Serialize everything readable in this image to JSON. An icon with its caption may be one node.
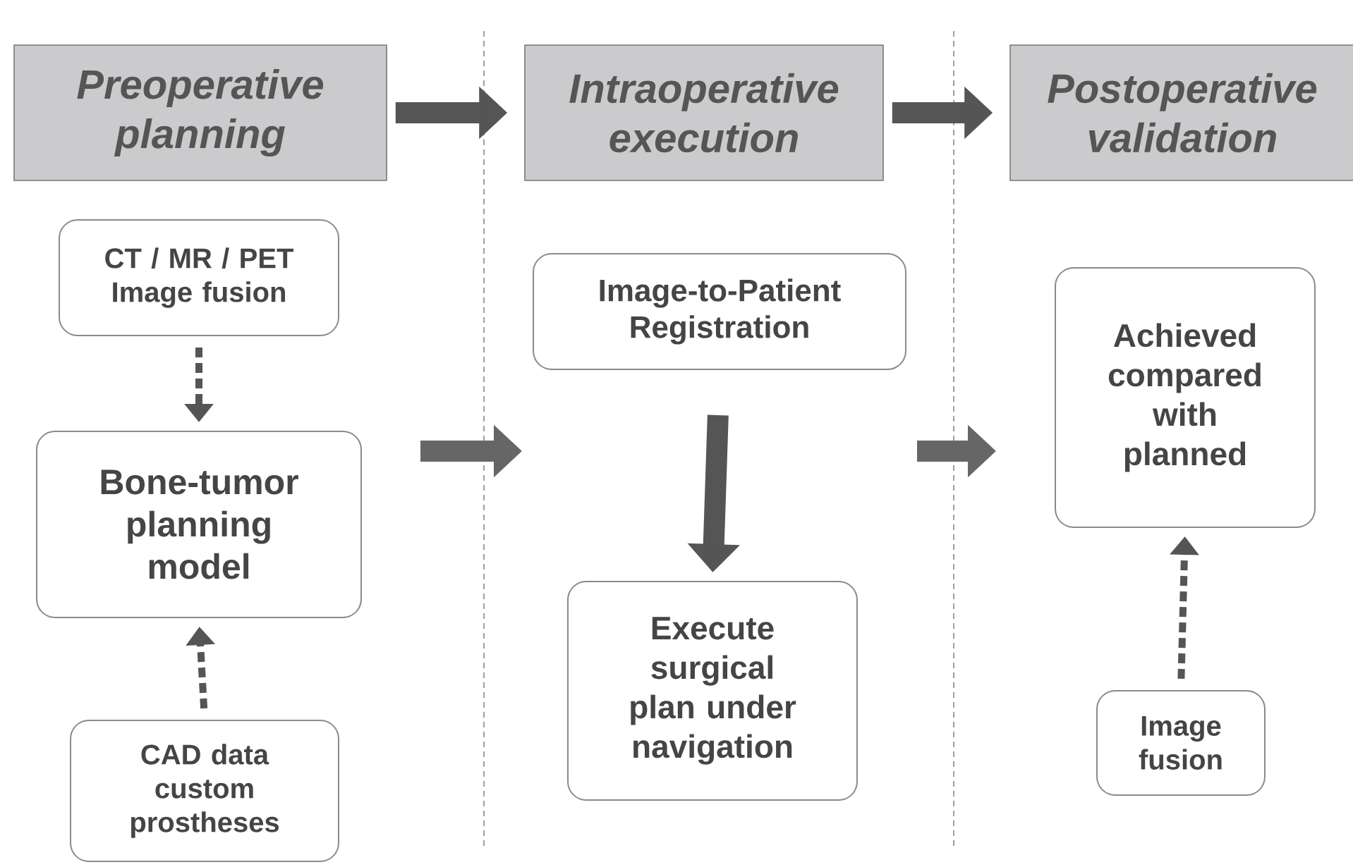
{
  "diagram": {
    "nodes": [
      {
        "text": [
          "Preoperative planning"
        ]
      },
      {
        "text": [
          "Intraoperative execution"
        ]
      },
      {
        "text": [
          "Postoperative validation"
        ]
      },
      {
        "text": [
          "CT / MR / PET Image fusion"
        ]
      },
      {
        "text": [
          "Bone-tumor planning model"
        ]
      },
      {
        "text": [
          "CAD data custom prostheses"
        ]
      },
      {
        "text": [
          "Image-to-Patient Registration"
        ]
      },
      {
        "text": [
          "Execute surgical plan under navigation"
        ]
      },
      {
        "text": [
          "Achieved compared with planned"
        ]
      },
      {
        "text": [
          "Image fusion"
        ]
      }
    ],
    "edges": [
      {
        "from": 0,
        "to": 1,
        "arrow": "to",
        "style": "thick"
      },
      {
        "from": 1,
        "to": 2,
        "arrow": "to",
        "style": "thick"
      },
      {
        "from": 3,
        "to": 4,
        "arrow": "to",
        "style": "dashed"
      },
      {
        "from": 5,
        "to": 4,
        "arrow": "to",
        "style": "dashed"
      },
      {
        "from": 6,
        "to": 7,
        "arrow": "to",
        "style": "thick"
      },
      {
        "from": 9,
        "to": 8,
        "arrow": "to",
        "style": "dashed"
      }
    ]
  }
}
